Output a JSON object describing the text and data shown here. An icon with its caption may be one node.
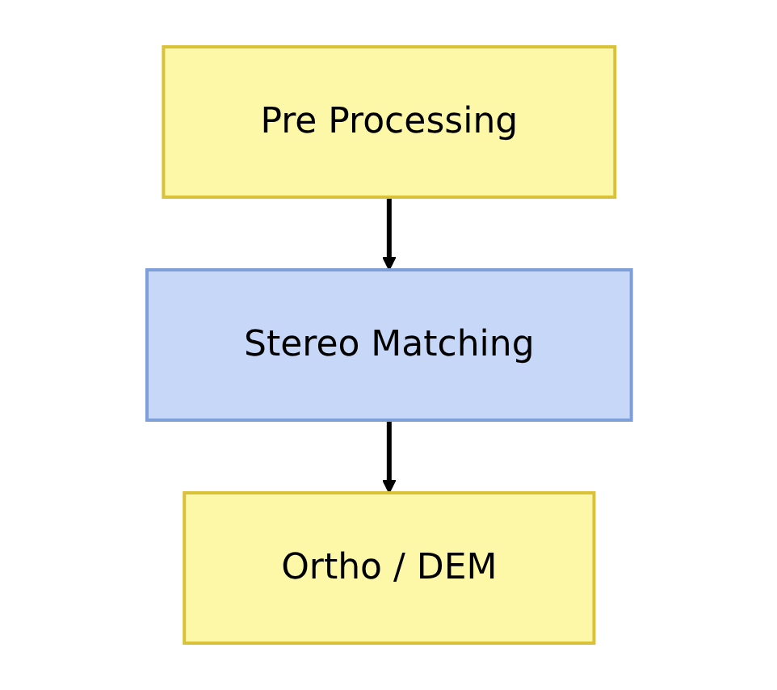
{
  "diagram": {
    "nodes": [
      {
        "text": [
          "Pre Processing"
        ]
      },
      {
        "text": [
          "Stereo Matching"
        ]
      },
      {
        "text": [
          "Ortho / DEM"
        ]
      }
    ],
    "edges": [
      {
        "from": 0,
        "to": 1,
        "arrow": "to"
      },
      {
        "from": 1,
        "to": 2,
        "arrow": "to"
      }
    ]
  }
}
